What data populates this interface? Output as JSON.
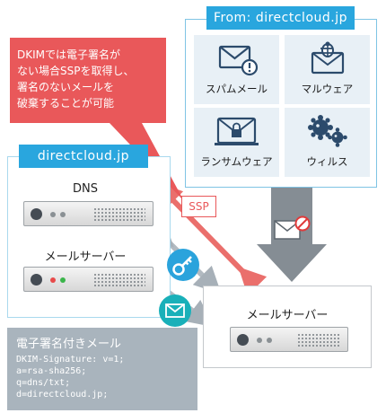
{
  "source_panel": {
    "title": "From: directcloud.jp",
    "threats": [
      {
        "label": "スパムメール",
        "icon": "spam-mail-icon"
      },
      {
        "label": "マルウェア",
        "icon": "malware-icon"
      },
      {
        "label": "ランサムウェア",
        "icon": "ransomware-icon"
      },
      {
        "label": "ウィルス",
        "icon": "virus-icon"
      }
    ]
  },
  "callout": {
    "lines": [
      "DKIMでは電子署名が",
      "ない場合SSPを取得し、",
      "署名のないメールを",
      "破棄することが可能"
    ]
  },
  "sender_domain": {
    "title": "directcloud.jp",
    "dns_label": "DNS",
    "mail_server_label": "メールサーバー"
  },
  "signature": {
    "title": "電子署名付きメール",
    "lines": [
      "DKIM-Signature: v=1;",
      "a=rsa-sha256;",
      "q=dns/txt;",
      "d=directcloud.jp;"
    ]
  },
  "receiver": {
    "label": "メールサーバー"
  },
  "ssp_tag": "SSP",
  "colors": {
    "accent_blue": "#29a6de",
    "callout_red": "#e9585a",
    "arrow_gray": "#8a9299",
    "key_blue": "#2aa3dc",
    "mail_teal": "#19b0b9",
    "signature_gray": "#a9b4bd"
  }
}
